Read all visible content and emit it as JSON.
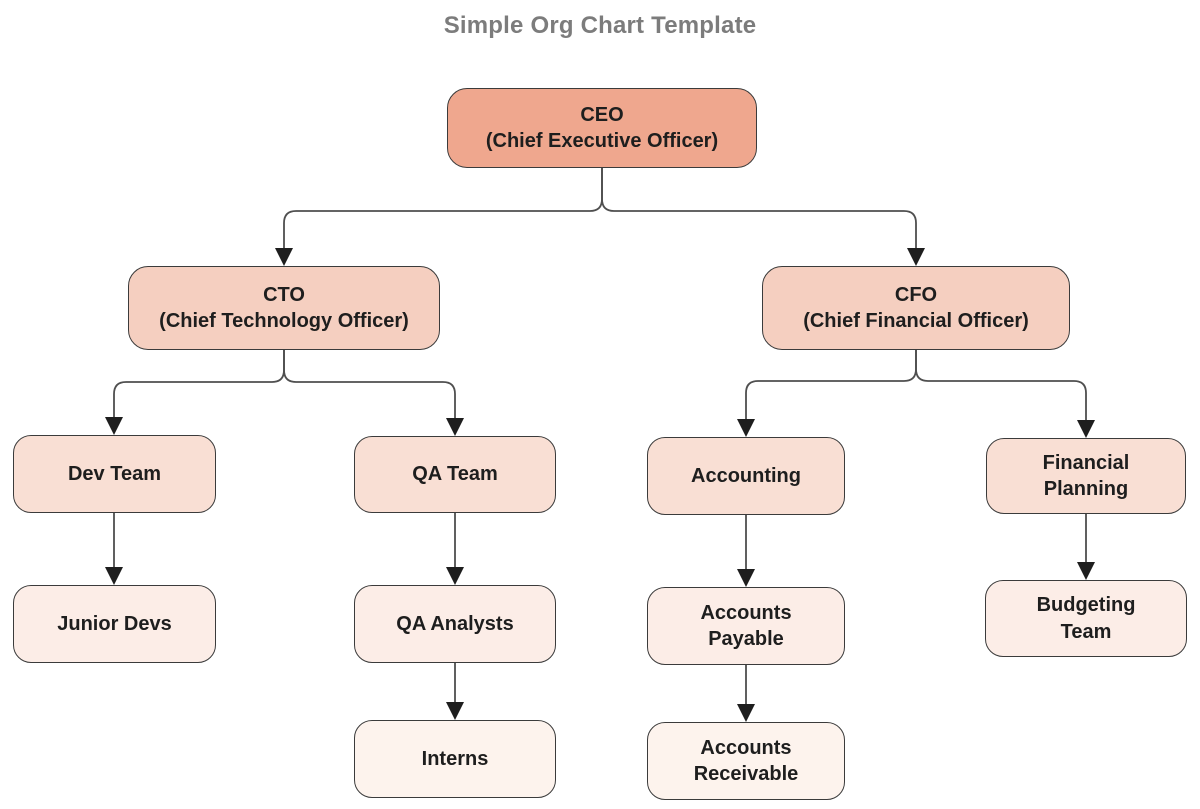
{
  "title": "Simple Org Chart Template",
  "colors": {
    "level1": "#EFA78E",
    "level2": "#F5CFC0",
    "level3": "#F9DFD4",
    "level4": "#FCEDE7",
    "level5": "#FDF3ED",
    "border": "#3b3b3b",
    "connector": "#4f4f4f",
    "arrowhead": "#1e1e1e",
    "title_color": "#7c7c7c",
    "text": "#1e1e1e",
    "bg": "#ffffff"
  },
  "nodes": {
    "ceo": {
      "label": "CEO\n(Chief Executive Officer)",
      "level": 1
    },
    "cto": {
      "label": "CTO\n(Chief Technology Officer)",
      "level": 2
    },
    "cfo": {
      "label": "CFO\n(Chief Financial Officer)",
      "level": 2
    },
    "dev_team": {
      "label": "Dev Team",
      "level": 3
    },
    "qa_team": {
      "label": "QA Team",
      "level": 3
    },
    "accounting": {
      "label": "Accounting",
      "level": 3
    },
    "financial_planning": {
      "label": "Financial\nPlanning",
      "level": 3
    },
    "junior_devs": {
      "label": "Junior Devs",
      "level": 4
    },
    "qa_analysts": {
      "label": "QA Analysts",
      "level": 4
    },
    "accounts_payable": {
      "label": "Accounts\nPayable",
      "level": 4
    },
    "budgeting_team": {
      "label": "Budgeting\nTeam",
      "level": 4
    },
    "interns": {
      "label": "Interns",
      "level": 5
    },
    "accounts_receivable": {
      "label": "Accounts\nReceivable",
      "level": 5
    }
  },
  "edges": [
    {
      "from": "ceo",
      "to": "cto"
    },
    {
      "from": "ceo",
      "to": "cfo"
    },
    {
      "from": "cto",
      "to": "dev_team"
    },
    {
      "from": "cto",
      "to": "qa_team"
    },
    {
      "from": "cfo",
      "to": "accounting"
    },
    {
      "from": "cfo",
      "to": "financial_planning"
    },
    {
      "from": "dev_team",
      "to": "junior_devs"
    },
    {
      "from": "qa_team",
      "to": "qa_analysts"
    },
    {
      "from": "accounting",
      "to": "accounts_payable"
    },
    {
      "from": "financial_planning",
      "to": "budgeting_team"
    },
    {
      "from": "qa_analysts",
      "to": "interns"
    },
    {
      "from": "accounts_payable",
      "to": "accounts_receivable"
    }
  ]
}
